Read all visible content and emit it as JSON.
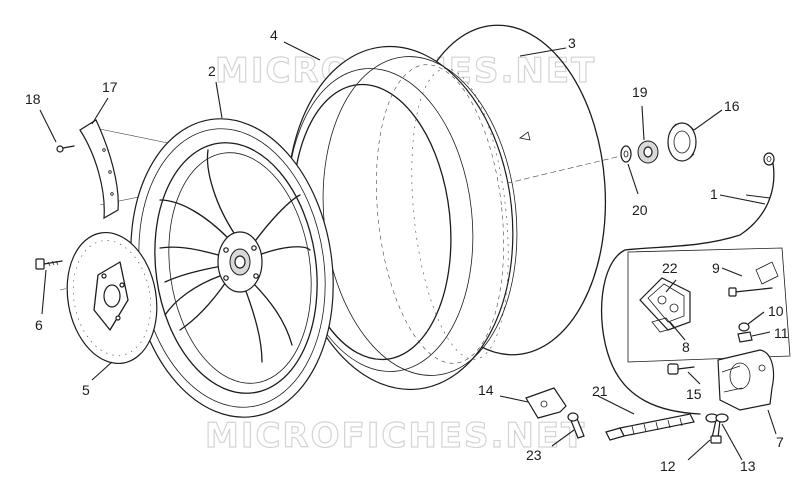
{
  "watermark": {
    "top": "MICROFICHES.NET",
    "bottom": "MICROFICHES.NET"
  },
  "callouts": [
    {
      "id": "1",
      "text": "1"
    },
    {
      "id": "2",
      "text": "2"
    },
    {
      "id": "3",
      "text": "3"
    },
    {
      "id": "4",
      "text": "4"
    },
    {
      "id": "5",
      "text": "5"
    },
    {
      "id": "6",
      "text": "6"
    },
    {
      "id": "7",
      "text": "7"
    },
    {
      "id": "8",
      "text": "8"
    },
    {
      "id": "9",
      "text": "9"
    },
    {
      "id": "10",
      "text": "10"
    },
    {
      "id": "11",
      "text": "11"
    },
    {
      "id": "12",
      "text": "12"
    },
    {
      "id": "13",
      "text": "13"
    },
    {
      "id": "14",
      "text": "14"
    },
    {
      "id": "15",
      "text": "15"
    },
    {
      "id": "16",
      "text": "16"
    },
    {
      "id": "17",
      "text": "17"
    },
    {
      "id": "18",
      "text": "18"
    },
    {
      "id": "19",
      "text": "19"
    },
    {
      "id": "20",
      "text": "20"
    },
    {
      "id": "21",
      "text": "21"
    },
    {
      "id": "22",
      "text": "22"
    },
    {
      "id": "23",
      "text": "23"
    }
  ]
}
